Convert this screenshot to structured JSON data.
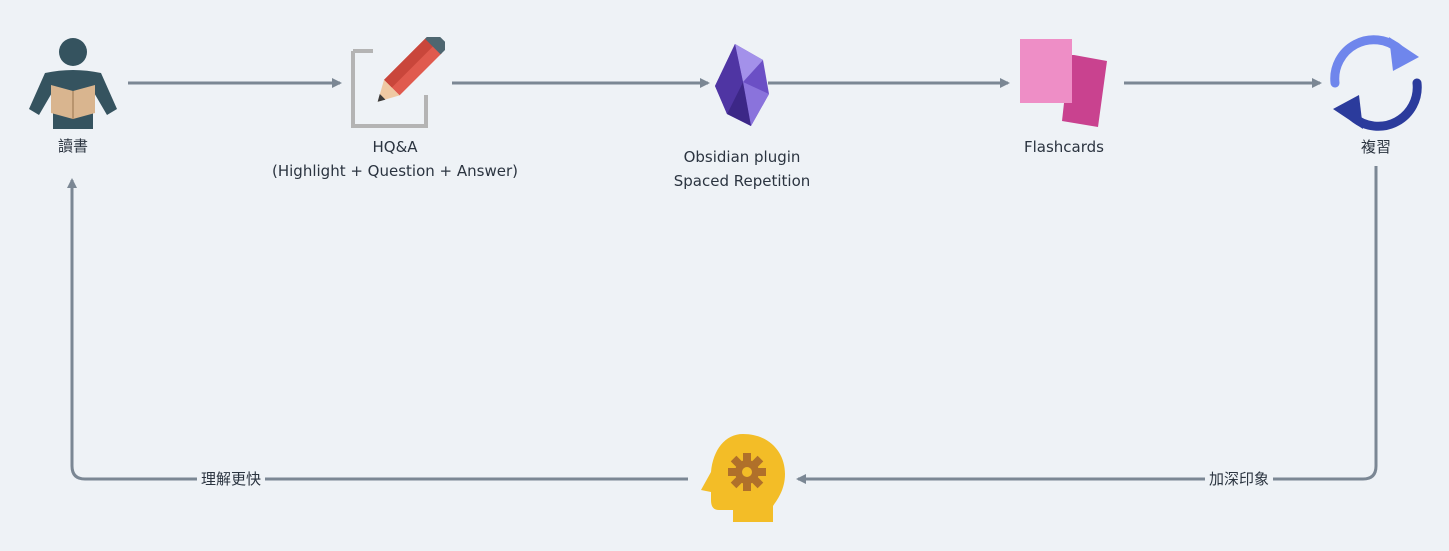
{
  "nodes": {
    "reading": {
      "label": "讀書",
      "icon": "reader-icon"
    },
    "hqa": {
      "label_line1": "HQ&A",
      "label_line2": "(Highlight + Question + Answer)",
      "icon": "pencil-note-icon"
    },
    "obsidian": {
      "label_line1": "Obsidian plugin",
      "label_line2": "Spaced Repetition",
      "icon": "obsidian-crystal-icon"
    },
    "flashcards": {
      "label": "Flashcards",
      "icon": "cards-icon"
    },
    "review": {
      "label": "複習",
      "icon": "refresh-cycle-icon"
    },
    "mind": {
      "icon": "brain-gear-icon"
    }
  },
  "edges": {
    "deepen": "加深印象",
    "faster": "理解更快"
  },
  "colors": {
    "background": "#eef2f6",
    "connector": "#7b8794",
    "reader": "#35535f",
    "book": "#d9b58f",
    "pencil": "#e05a4e",
    "obsidian": "#6b4fc5",
    "card_light": "#ee8ec6",
    "card_dark": "#c9428f",
    "cycle_light": "#6f86ec",
    "cycle_dark": "#2b3b9c",
    "head": "#f3bd27",
    "gear": "#b0702a"
  }
}
